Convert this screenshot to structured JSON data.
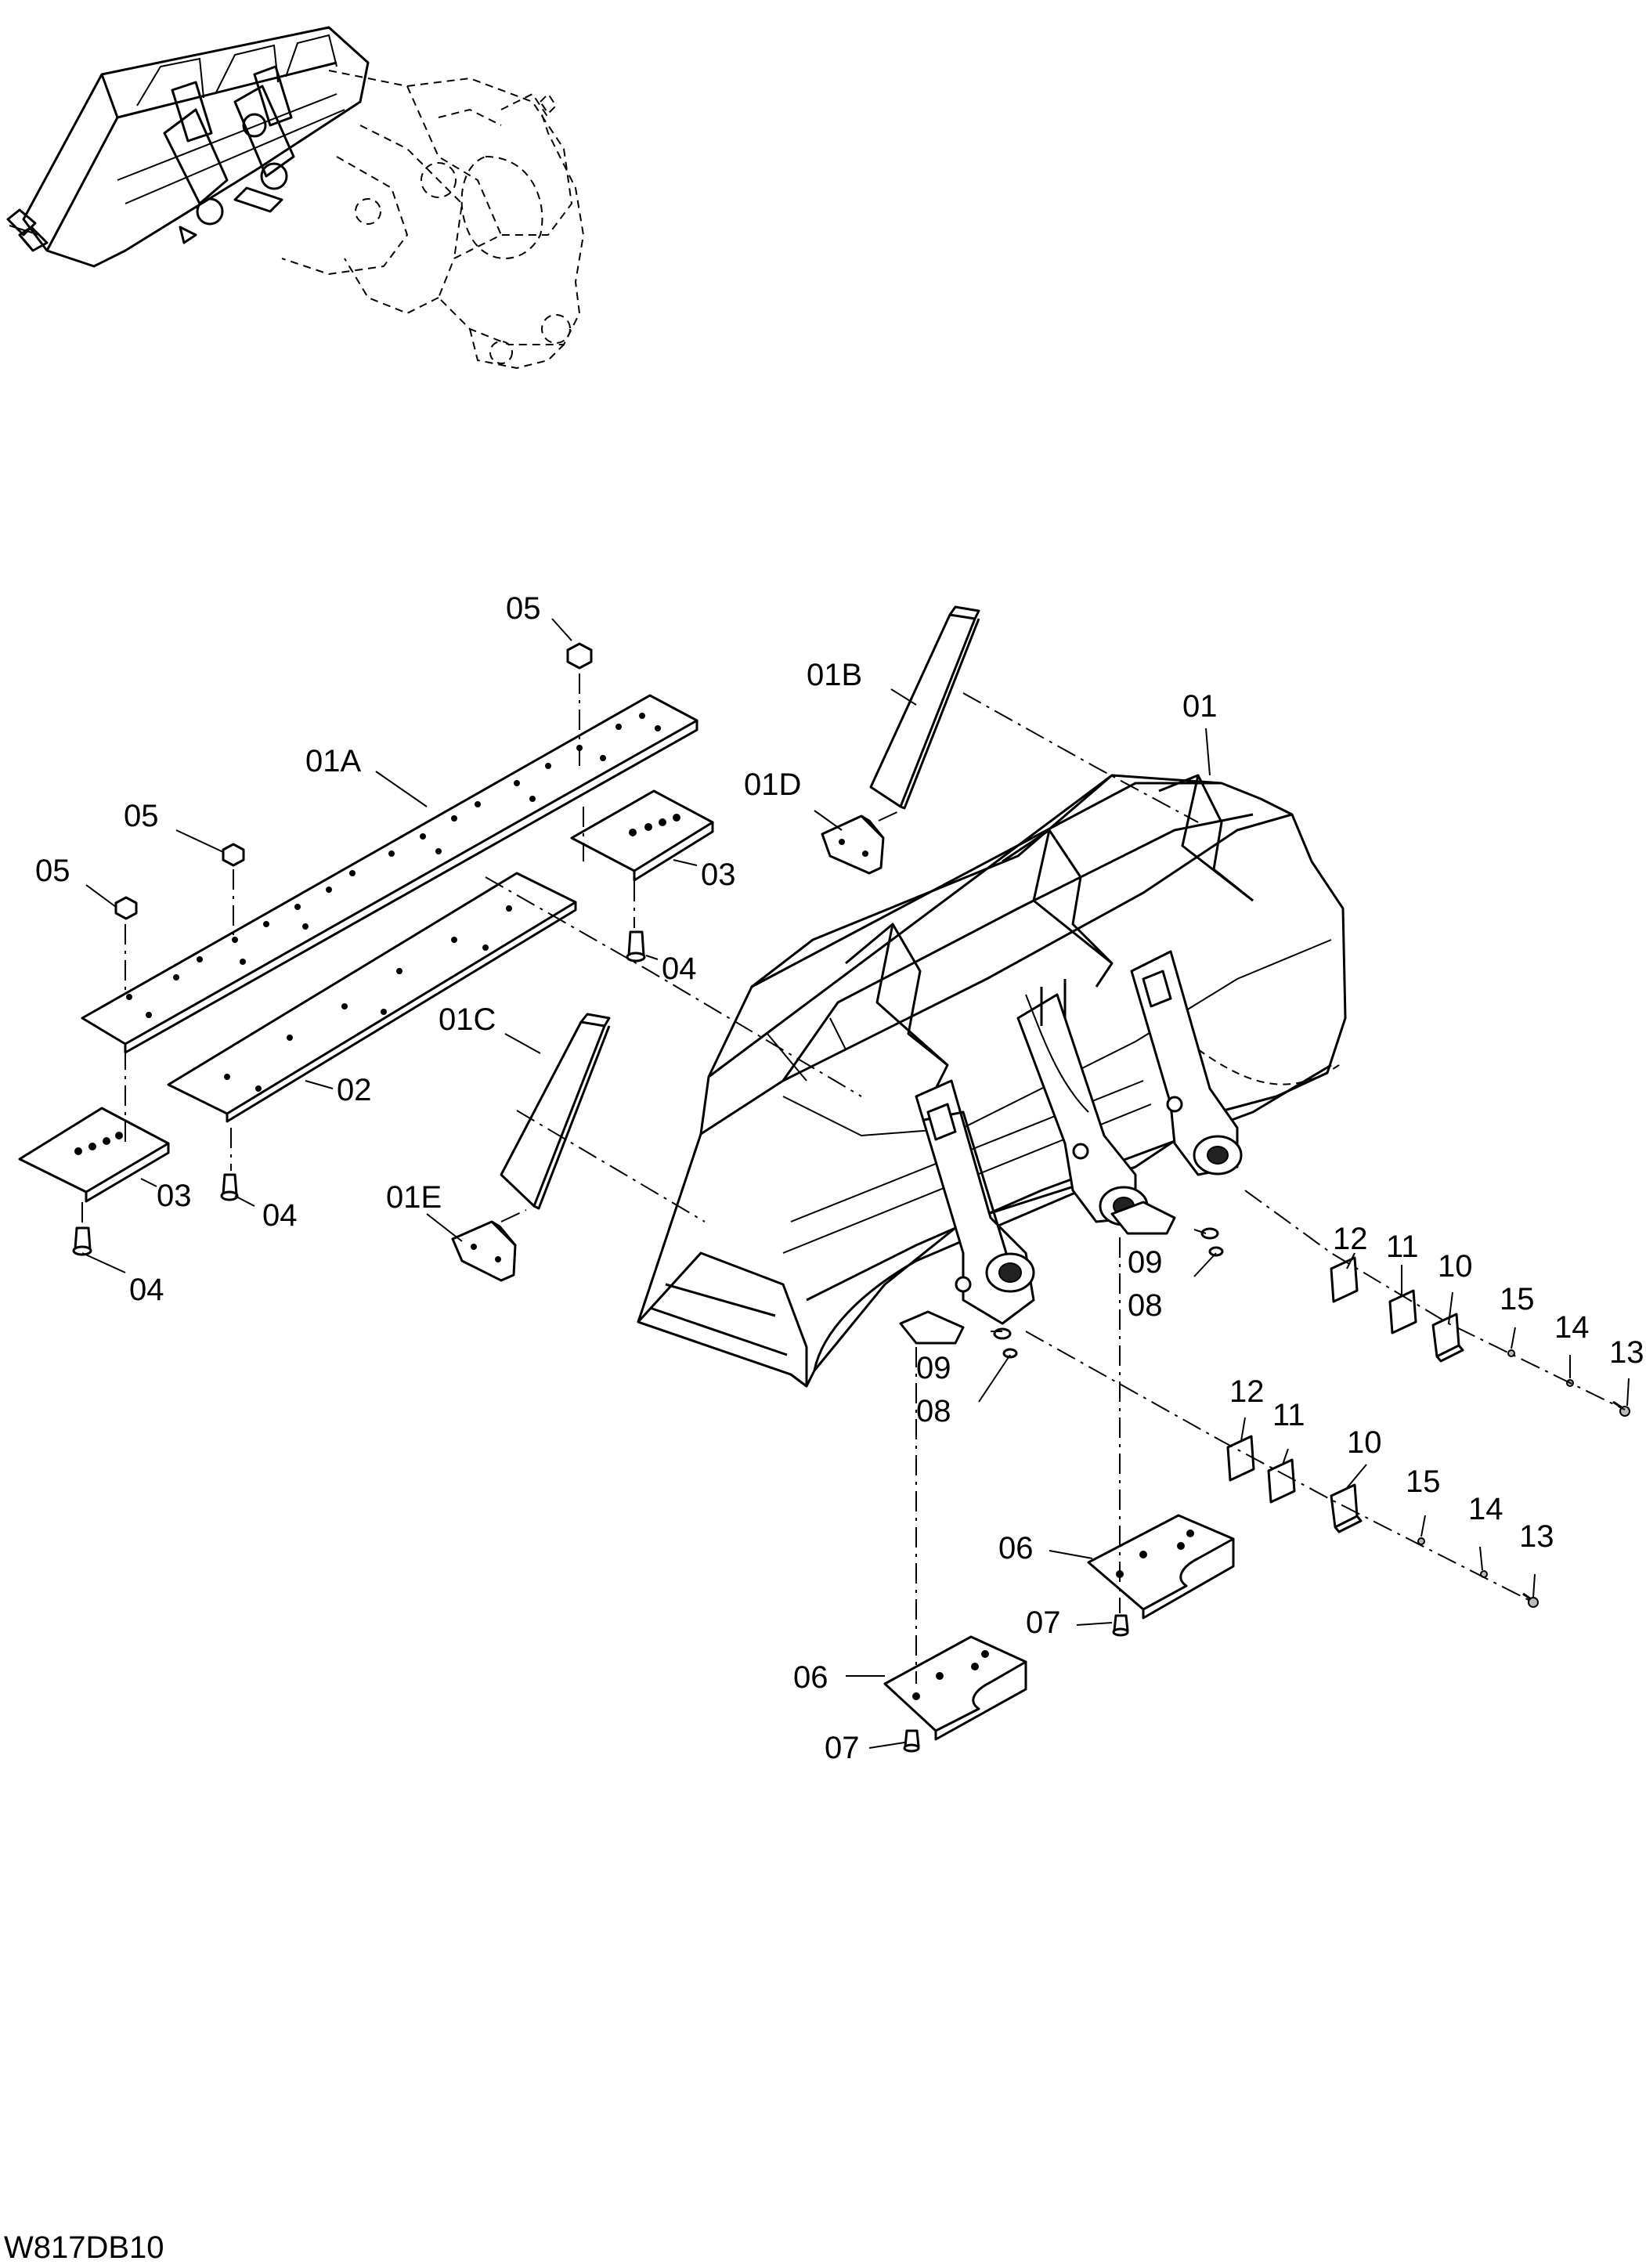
{
  "drawing_id": "W817DB10",
  "callouts": [
    {
      "id": "c-05a",
      "text": "05"
    },
    {
      "id": "c-01b",
      "text": "01B"
    },
    {
      "id": "c-01",
      "text": "01"
    },
    {
      "id": "c-01a",
      "text": "01A"
    },
    {
      "id": "c-01d",
      "text": "01D"
    },
    {
      "id": "c-05b",
      "text": "05"
    },
    {
      "id": "c-05c",
      "text": "05"
    },
    {
      "id": "c-03a",
      "text": "03"
    },
    {
      "id": "c-04a",
      "text": "04"
    },
    {
      "id": "c-01c",
      "text": "01C"
    },
    {
      "id": "c-02",
      "text": "02"
    },
    {
      "id": "c-03b",
      "text": "03"
    },
    {
      "id": "c-04b",
      "text": "04"
    },
    {
      "id": "c-01e",
      "text": "01E"
    },
    {
      "id": "c-04c",
      "text": "04"
    },
    {
      "id": "c-12a",
      "text": "12"
    },
    {
      "id": "c-11a",
      "text": "11"
    },
    {
      "id": "c-10a",
      "text": "10"
    },
    {
      "id": "c-15a",
      "text": "15"
    },
    {
      "id": "c-14a",
      "text": "14"
    },
    {
      "id": "c-13a",
      "text": "13"
    },
    {
      "id": "c-09a",
      "text": "09"
    },
    {
      "id": "c-08a",
      "text": "08"
    },
    {
      "id": "c-09b",
      "text": "09"
    },
    {
      "id": "c-08b",
      "text": "08"
    },
    {
      "id": "c-12b",
      "text": "12"
    },
    {
      "id": "c-11b",
      "text": "11"
    },
    {
      "id": "c-10b",
      "text": "10"
    },
    {
      "id": "c-15b",
      "text": "15"
    },
    {
      "id": "c-14b",
      "text": "14"
    },
    {
      "id": "c-13b",
      "text": "13"
    },
    {
      "id": "c-06a",
      "text": "06"
    },
    {
      "id": "c-07a",
      "text": "07"
    },
    {
      "id": "c-06b",
      "text": "06"
    },
    {
      "id": "c-07b",
      "text": "07"
    }
  ]
}
